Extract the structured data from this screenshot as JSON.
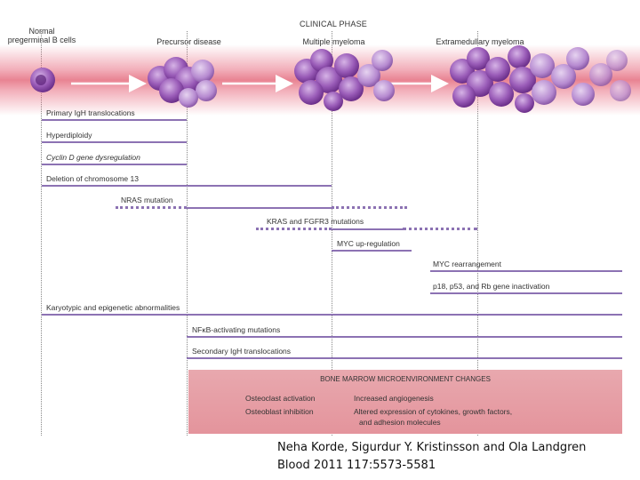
{
  "header": {
    "clinical_phase": "CLINICAL PHASE",
    "stages": [
      "Normal\npregerminal B cells",
      "Precursor disease",
      "Multiple myeloma",
      "Extramedullary myeloma"
    ]
  },
  "events": [
    {
      "label": "Primary IgH translocations"
    },
    {
      "label": "Hyperdiploidy"
    },
    {
      "label": "Cyclin D gene dysregulation"
    },
    {
      "label": "Deletion of chromosome 13"
    },
    {
      "label": "NRAS mutation"
    },
    {
      "label": "KRAS and FGFR3 mutations"
    },
    {
      "label": "MYC up-regulation"
    },
    {
      "label": "MYC rearrangement"
    },
    {
      "label": "p18, p53, and Rb gene inactivation"
    },
    {
      "label": "Karyotypic and epigenetic abnormalities"
    },
    {
      "label": "NFκB-activating mutations"
    },
    {
      "label": "Secondary IgH translocations"
    }
  ],
  "microenvironment": {
    "title": "BONE MARROW MICROENVIRONMENT CHANGES",
    "left": [
      "Osteoclast activation",
      "Osteoblast inhibition"
    ],
    "right": [
      "Increased angiogenesis",
      "Altered expression of cytokines, growth factors,",
      "and adhesion molecules"
    ]
  },
  "credit": {
    "authors": "Neha Korde, Sigurdur Y. Kristinsson and Ola Landgren",
    "citation": "Blood 2011 117:5573-5581"
  },
  "colors": {
    "bar": "#8c72b3",
    "band": "#e15a6e",
    "cell": "#7a3f9a",
    "microenv": "#e4949c"
  }
}
